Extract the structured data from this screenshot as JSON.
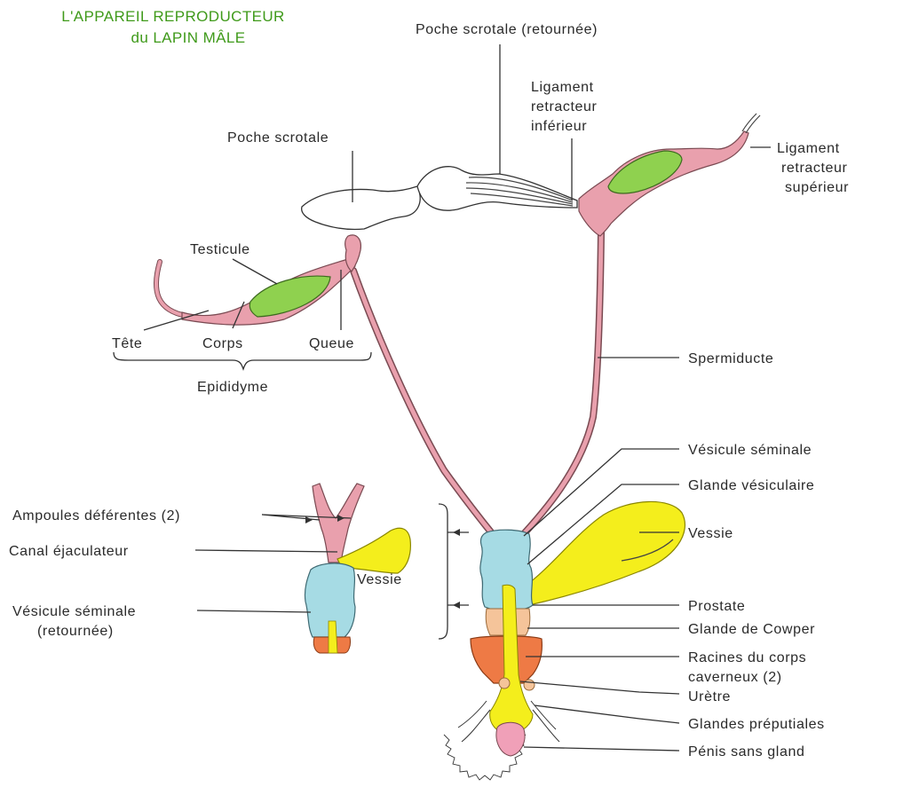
{
  "title": {
    "line1": "L'APPAREIL REPRODUCTEUR",
    "line2": "du LAPIN MÂLE"
  },
  "labels": {
    "poche_scrotale_retournee": "Poche scrotale (retournée)",
    "ligament_inferieur_1": "Ligament",
    "ligament_inferieur_2": "retracteur",
    "ligament_inferieur_3": "inférieur",
    "poche_scrotale": "Poche scrotale",
    "ligament_superieur_1": "Ligament",
    "ligament_superieur_2": "retracteur",
    "ligament_superieur_3": "supérieur",
    "testicule": "Testicule",
    "tete": "Tête",
    "corps": "Corps",
    "queue": "Queue",
    "epididyme": "Epididyme",
    "spermiducte": "Spermiducte",
    "vesicule_seminale": "Vésicule séminale",
    "glande_vesiculaire": "Glande vésiculaire",
    "vessie": "Vessie",
    "prostate": "Prostate",
    "glande_cowper": "Glande de Cowper",
    "racines_1": "Racines du corps",
    "racines_2": "caverneux (2)",
    "uretre": "Urètre",
    "glandes_preputiales": "Glandes préputiales",
    "penis": "Pénis sans gland",
    "ampoules": "Ampoules déférentes (2)",
    "canal": "Canal éjaculateur",
    "vessie_inset": "Vessie",
    "vesicule_retournee_1": "Vésicule séminale",
    "vesicule_retournee_2": "(retournée)"
  },
  "colors": {
    "title": "#3f9a1a",
    "pink_tissue": "#e9a0ad",
    "testis_green": "#8fd14f",
    "seminal_vesicle_blue": "#a6dbe4",
    "bladder_yellow": "#f4ee1c",
    "cowper_peach": "#f5c49a",
    "cavernous_orange": "#ee7a45",
    "penis_pink": "#f0a0b8"
  }
}
